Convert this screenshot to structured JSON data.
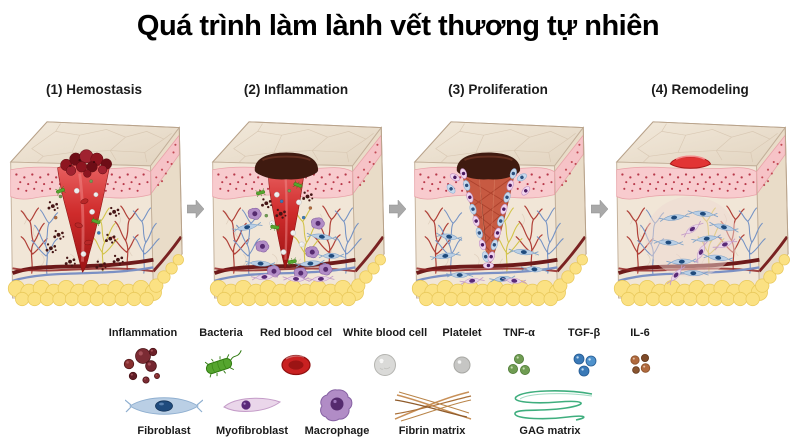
{
  "title": "Quá trình làm lành vết thương tự nhiên",
  "stages": [
    {
      "id": "hemostasis",
      "label": "(1) Hemostasis"
    },
    {
      "id": "inflammation",
      "label": "(2) Inflammation"
    },
    {
      "id": "proliferation",
      "label": "(3) Proliferation"
    },
    {
      "id": "remodeling",
      "label": "(4) Remodeling"
    }
  ],
  "legend": {
    "row1": [
      {
        "id": "inflammation-cells",
        "label": "Inflammation"
      },
      {
        "id": "bacteria",
        "label": "Bacteria"
      },
      {
        "id": "red-blood-cell",
        "label": "Red blood cel"
      },
      {
        "id": "white-blood-cell",
        "label": "White blood cell"
      },
      {
        "id": "platelet",
        "label": "Platelet"
      },
      {
        "id": "tnf-alpha",
        "label": "TNF-α"
      },
      {
        "id": "tgf-beta",
        "label": "TGF-β"
      },
      {
        "id": "il-6",
        "label": "IL-6"
      }
    ],
    "row2": [
      {
        "id": "fibroblast",
        "label": "Fibroblast"
      },
      {
        "id": "myofibroblast",
        "label": "Myofibroblast"
      },
      {
        "id": "macrophage",
        "label": "Macrophage"
      },
      {
        "id": "fibrin-matrix",
        "label": "Fibrin matrix"
      },
      {
        "id": "gag-matrix",
        "label": "GAG matrix"
      }
    ]
  },
  "colors": {
    "title_text": "#000000",
    "label_text": "#1b1b1b",
    "arrow_gray": "#a9a9a9",
    "skin_surface": "#eee3d3",
    "epidermis_pink": "#f8cbce",
    "dermis_beige": "#f1e6d7",
    "fat_yellow": "#fbe183",
    "wound_red": "#cf2b2b",
    "clot_dark_red": "#7c1520",
    "scab_brown": "#3f1a10",
    "inflammation": "#7b2b33",
    "bacteria_green": "#55a52e",
    "red_blood_cell": "#c92121",
    "white_blood_cell": "#dadad8",
    "platelet": "#c6c6c4",
    "tnf_alpha": "#6f9c52",
    "tgf_beta": "#3a79b7",
    "il_6": "#b06a3e",
    "fibroblast_blue": "#bacfe5",
    "fibroblast_nucleus": "#1f4b7d",
    "myofibroblast_pink": "#ead6ea",
    "myofibroblast_nucleus": "#5a2a78",
    "macrophage_purple": "#b18cc6",
    "macrophage_nucleus": "#552a6e",
    "fibrin_tan": "#c89058",
    "gag_green": "#3fae7e"
  }
}
